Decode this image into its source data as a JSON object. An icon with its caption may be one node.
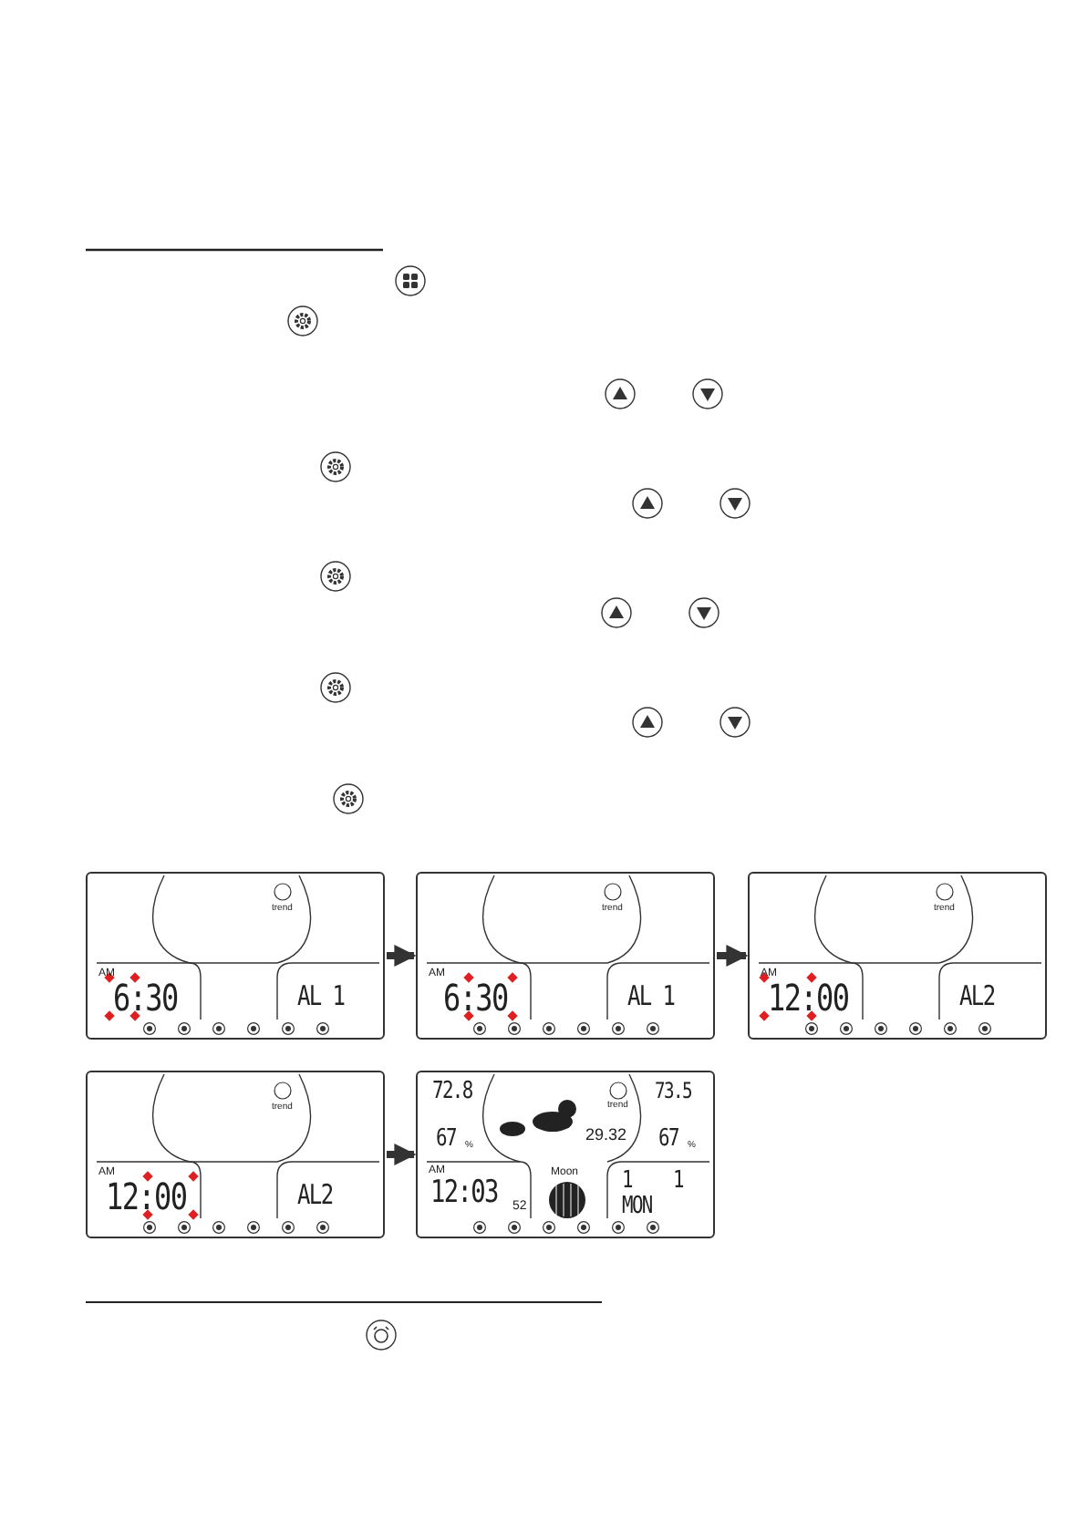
{
  "diagram": {
    "nodes": [
      {
        "text": [
          "trend",
          "AM",
          "6:30",
          "AL 1"
        ]
      },
      {
        "text": [
          "trend",
          "AM",
          "6:30",
          "AL 1"
        ]
      },
      {
        "text": [
          "trend",
          "AM",
          "12:00",
          "AL2"
        ]
      },
      {
        "text": [
          "trend",
          "AM",
          "12:00",
          "AL2"
        ]
      },
      {
        "text": [
          "72.8",
          "trend",
          "73.5",
          "67",
          "%",
          "29.32",
          "67",
          "%",
          "AM",
          "Moon",
          "12:03",
          "52",
          "1",
          "1",
          "MON"
        ]
      }
    ],
    "edges": [
      {
        "from": 0,
        "to": 1,
        "arrow": "to"
      },
      {
        "from": 1,
        "to": 2,
        "arrow": "to"
      },
      {
        "from": 3,
        "to": 4,
        "arrow": "to"
      }
    ]
  }
}
